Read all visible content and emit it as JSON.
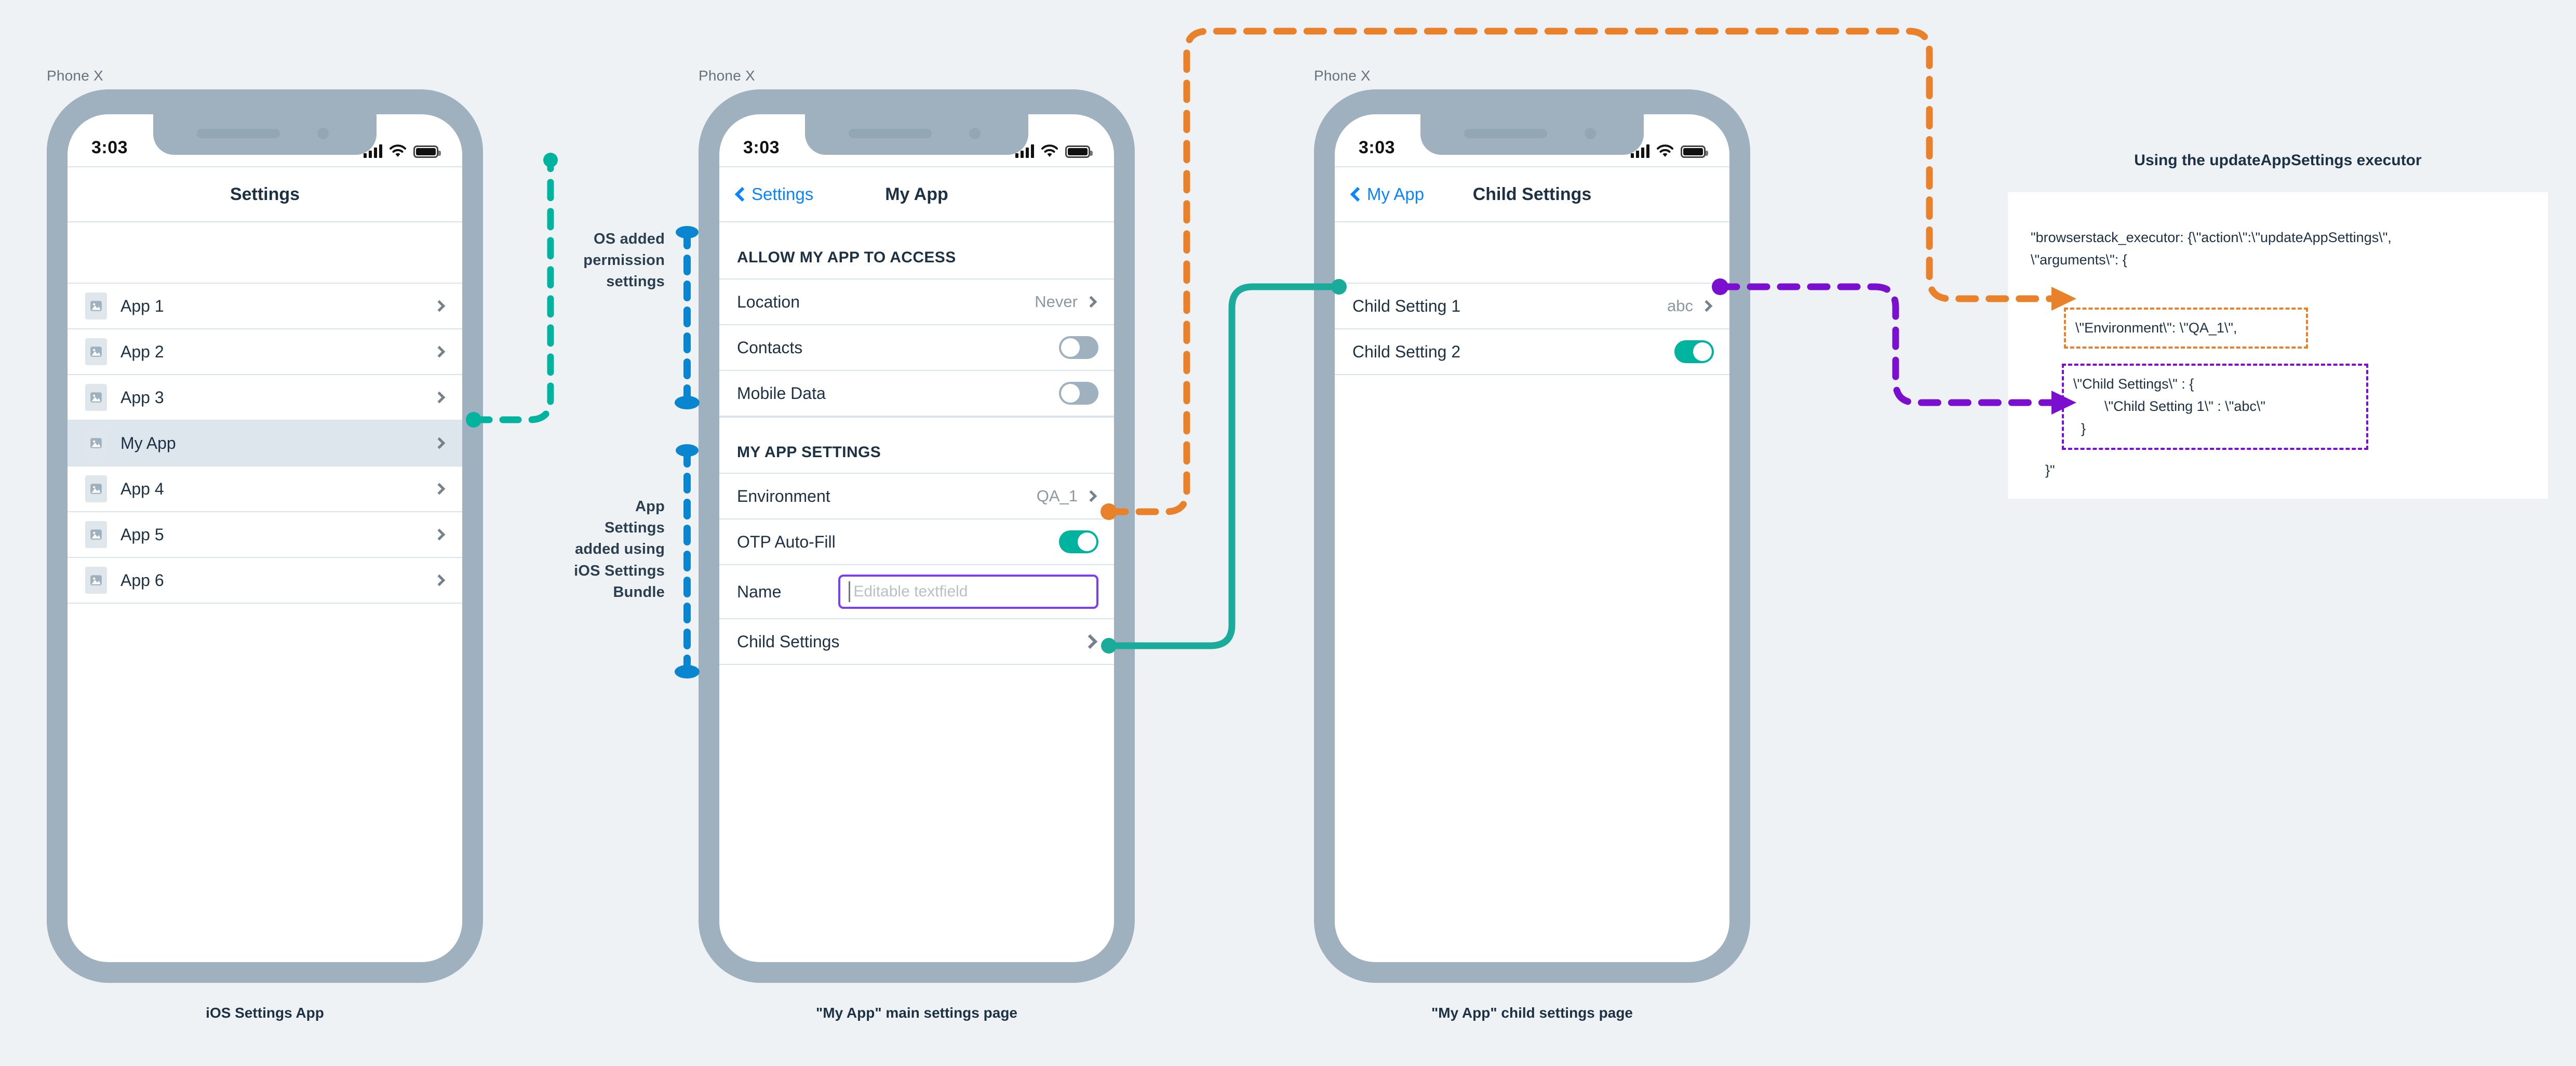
{
  "canvas": {
    "bg": "#eef2f5"
  },
  "phones": [
    {
      "device_label": "Phone X",
      "status": {
        "time": "3:03",
        "signal_icon": "cellular-bars-icon",
        "wifi_icon": "wifi-icon",
        "battery_icon": "battery-icon"
      },
      "nav": {
        "title": "Settings",
        "back_label": ""
      },
      "rows": [
        {
          "label": "App 1",
          "icon": "image-placeholder-icon",
          "accessory": "chevron",
          "selected": false
        },
        {
          "label": "App 2",
          "icon": "image-placeholder-icon",
          "accessory": "chevron",
          "selected": false
        },
        {
          "label": "App 3",
          "icon": "image-placeholder-icon",
          "accessory": "chevron",
          "selected": false
        },
        {
          "label": "My App",
          "icon": "image-placeholder-icon",
          "accessory": "chevron",
          "selected": true
        },
        {
          "label": "App 4",
          "icon": "image-placeholder-icon",
          "accessory": "chevron",
          "selected": false
        },
        {
          "label": "App 5",
          "icon": "image-placeholder-icon",
          "accessory": "chevron",
          "selected": false
        },
        {
          "label": "App 6",
          "icon": "image-placeholder-icon",
          "accessory": "chevron",
          "selected": false
        }
      ],
      "caption": "iOS Settings App"
    },
    {
      "device_label": "Phone X",
      "status": {
        "time": "3:03",
        "signal_icon": "cellular-bars-icon",
        "wifi_icon": "wifi-icon",
        "battery_icon": "battery-icon"
      },
      "nav": {
        "title": "My App",
        "back_label": "Settings"
      },
      "section_1_header": "ALLOW MY APP TO ACCESS",
      "section_1_rows": [
        {
          "label": "Location",
          "value": "Never",
          "accessory": "chevron"
        },
        {
          "label": "Contacts",
          "value": "",
          "accessory": "toggle-off"
        },
        {
          "label": "Mobile Data",
          "value": "",
          "accessory": "toggle-off"
        }
      ],
      "section_2_header": "MY APP SETTINGS",
      "section_2_rows": [
        {
          "label": "Environment",
          "value": "QA_1",
          "accessory": "chevron"
        },
        {
          "label": "OTP Auto-Fill",
          "value": "",
          "accessory": "toggle-on"
        },
        {
          "label": "Name",
          "value": "",
          "accessory": "textfield",
          "placeholder": "Editable textfield"
        },
        {
          "label": "Child Settings",
          "value": "",
          "accessory": "chevron"
        }
      ],
      "caption": "\"My App\" main settings page"
    },
    {
      "device_label": "Phone X",
      "status": {
        "time": "3:03",
        "signal_icon": "cellular-bars-icon",
        "wifi_icon": "wifi-icon",
        "battery_icon": "battery-icon"
      },
      "nav": {
        "title": "Child Settings",
        "back_label": "My App"
      },
      "rows": [
        {
          "label": "Child Setting 1",
          "value": "abc",
          "accessory": "chevron"
        },
        {
          "label": "Child Setting 2",
          "value": "",
          "accessory": "toggle-on"
        }
      ],
      "caption": "\"My App\" child settings page"
    }
  ],
  "annotations": [
    {
      "text": "OS added\npermission\nsettings"
    },
    {
      "text": "App\nSettings\nadded using\niOS Settings\nBundle"
    }
  ],
  "code_panel": {
    "title": "Using the updateAppSettings executor",
    "line_1": "\"browserstack_executor: {\\\"action\\\":\\\"updateAppSettings\\\",",
    "line_2": "\\\"arguments\\\": {",
    "orange_box_line": "\\\"Environment\\\": \\\"QA_1\\\",",
    "purple_box_line_1": "\\\"Child Settings\\\" : {",
    "purple_box_line_2": "        \\\"Child Setting 1\\\" : \\\"abc\\\"",
    "purple_box_line_3": "  }",
    "tail": "}\""
  },
  "colors": {
    "background": "#eef2f5",
    "phone_frame": "#9fb1be",
    "toggle_on": "#00b39f",
    "toggle_off": "#9fb1be",
    "ios_blue": "#0a84ff",
    "teal_connector": "#00b39f",
    "orange_connector": "#e8812a",
    "purple_connector": "#7b0fcf",
    "blue_bracket": "#0a85d0",
    "textfield_border": "#7b3ff2",
    "text_dark": "#1c3144"
  }
}
